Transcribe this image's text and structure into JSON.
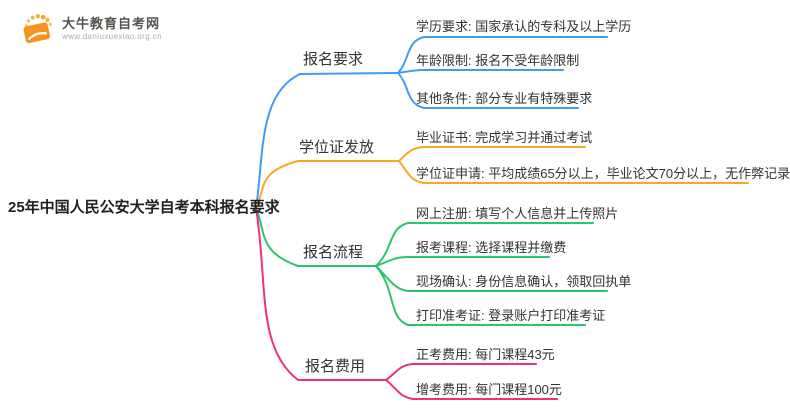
{
  "logo": {
    "title": "大牛教育自考网",
    "url": "www.daniuxuexiao.org.cn",
    "icon": "book-sunburst-icon",
    "brand_color": "#F7A41D"
  },
  "central": {
    "text": "25年中国人民公安大学自考本科报名要求"
  },
  "branches": [
    {
      "label": "报名要求",
      "color": "#3E9CF4",
      "children": [
        {
          "text": "学历要求: 国家承认的专科及以上学历"
        },
        {
          "text": "年龄限制: 报名不受年龄限制"
        },
        {
          "text": "其他条件: 部分专业有特殊要求"
        }
      ]
    },
    {
      "label": "学位证发放",
      "color": "#F7A824",
      "children": [
        {
          "text": "毕业证书: 完成学习并通过考试"
        },
        {
          "text": "学位证申请: 平均成绩65分以上，毕业论文70分以上，无作弊记录"
        }
      ]
    },
    {
      "label": "报名流程",
      "color": "#2EC46D",
      "children": [
        {
          "text": "网上注册: 填写个人信息并上传照片"
        },
        {
          "text": "报考课程: 选择课程并缴费"
        },
        {
          "text": "现场确认: 身份信息确认，领取回执单"
        },
        {
          "text": "打印准考证: 登录账户打印准考证"
        }
      ]
    },
    {
      "label": "报名费用",
      "color": "#F1307C",
      "children": [
        {
          "text": "正考费用: 每门课程43元"
        },
        {
          "text": "增考费用: 每门课程100元"
        }
      ]
    }
  ]
}
